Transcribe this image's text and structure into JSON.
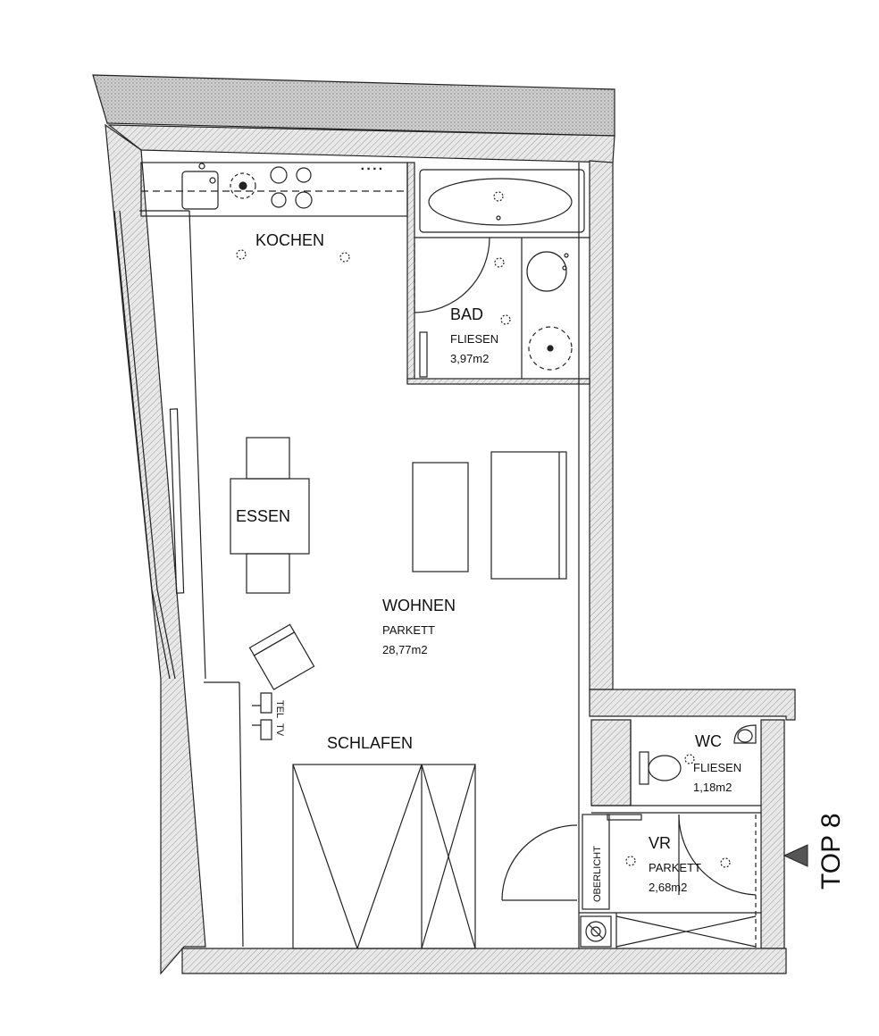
{
  "plan": {
    "unit_label": "TOP 8",
    "rooms": {
      "kochen": {
        "name": "KOCHEN"
      },
      "bad": {
        "name": "BAD",
        "floor": "FLIESEN",
        "area": "3,97m2"
      },
      "essen": {
        "name": "ESSEN"
      },
      "wohnen": {
        "name": "WOHNEN",
        "floor": "PARKETT",
        "area": "28,77m2"
      },
      "schlafen": {
        "name": "SCHLAFEN"
      },
      "wc": {
        "name": "WC",
        "floor": "FLIESEN",
        "area": "1,18m2"
      },
      "vr": {
        "name": "VR",
        "floor": "PARKETT",
        "area": "2,68m2"
      }
    },
    "labels": {
      "oberlicht": "OBERLICHT",
      "tel": "TEL",
      "tv": "TV"
    }
  },
  "colors": {
    "wall_hatch": "#bdbdbd",
    "line": "#222222",
    "background": "#ffffff"
  }
}
